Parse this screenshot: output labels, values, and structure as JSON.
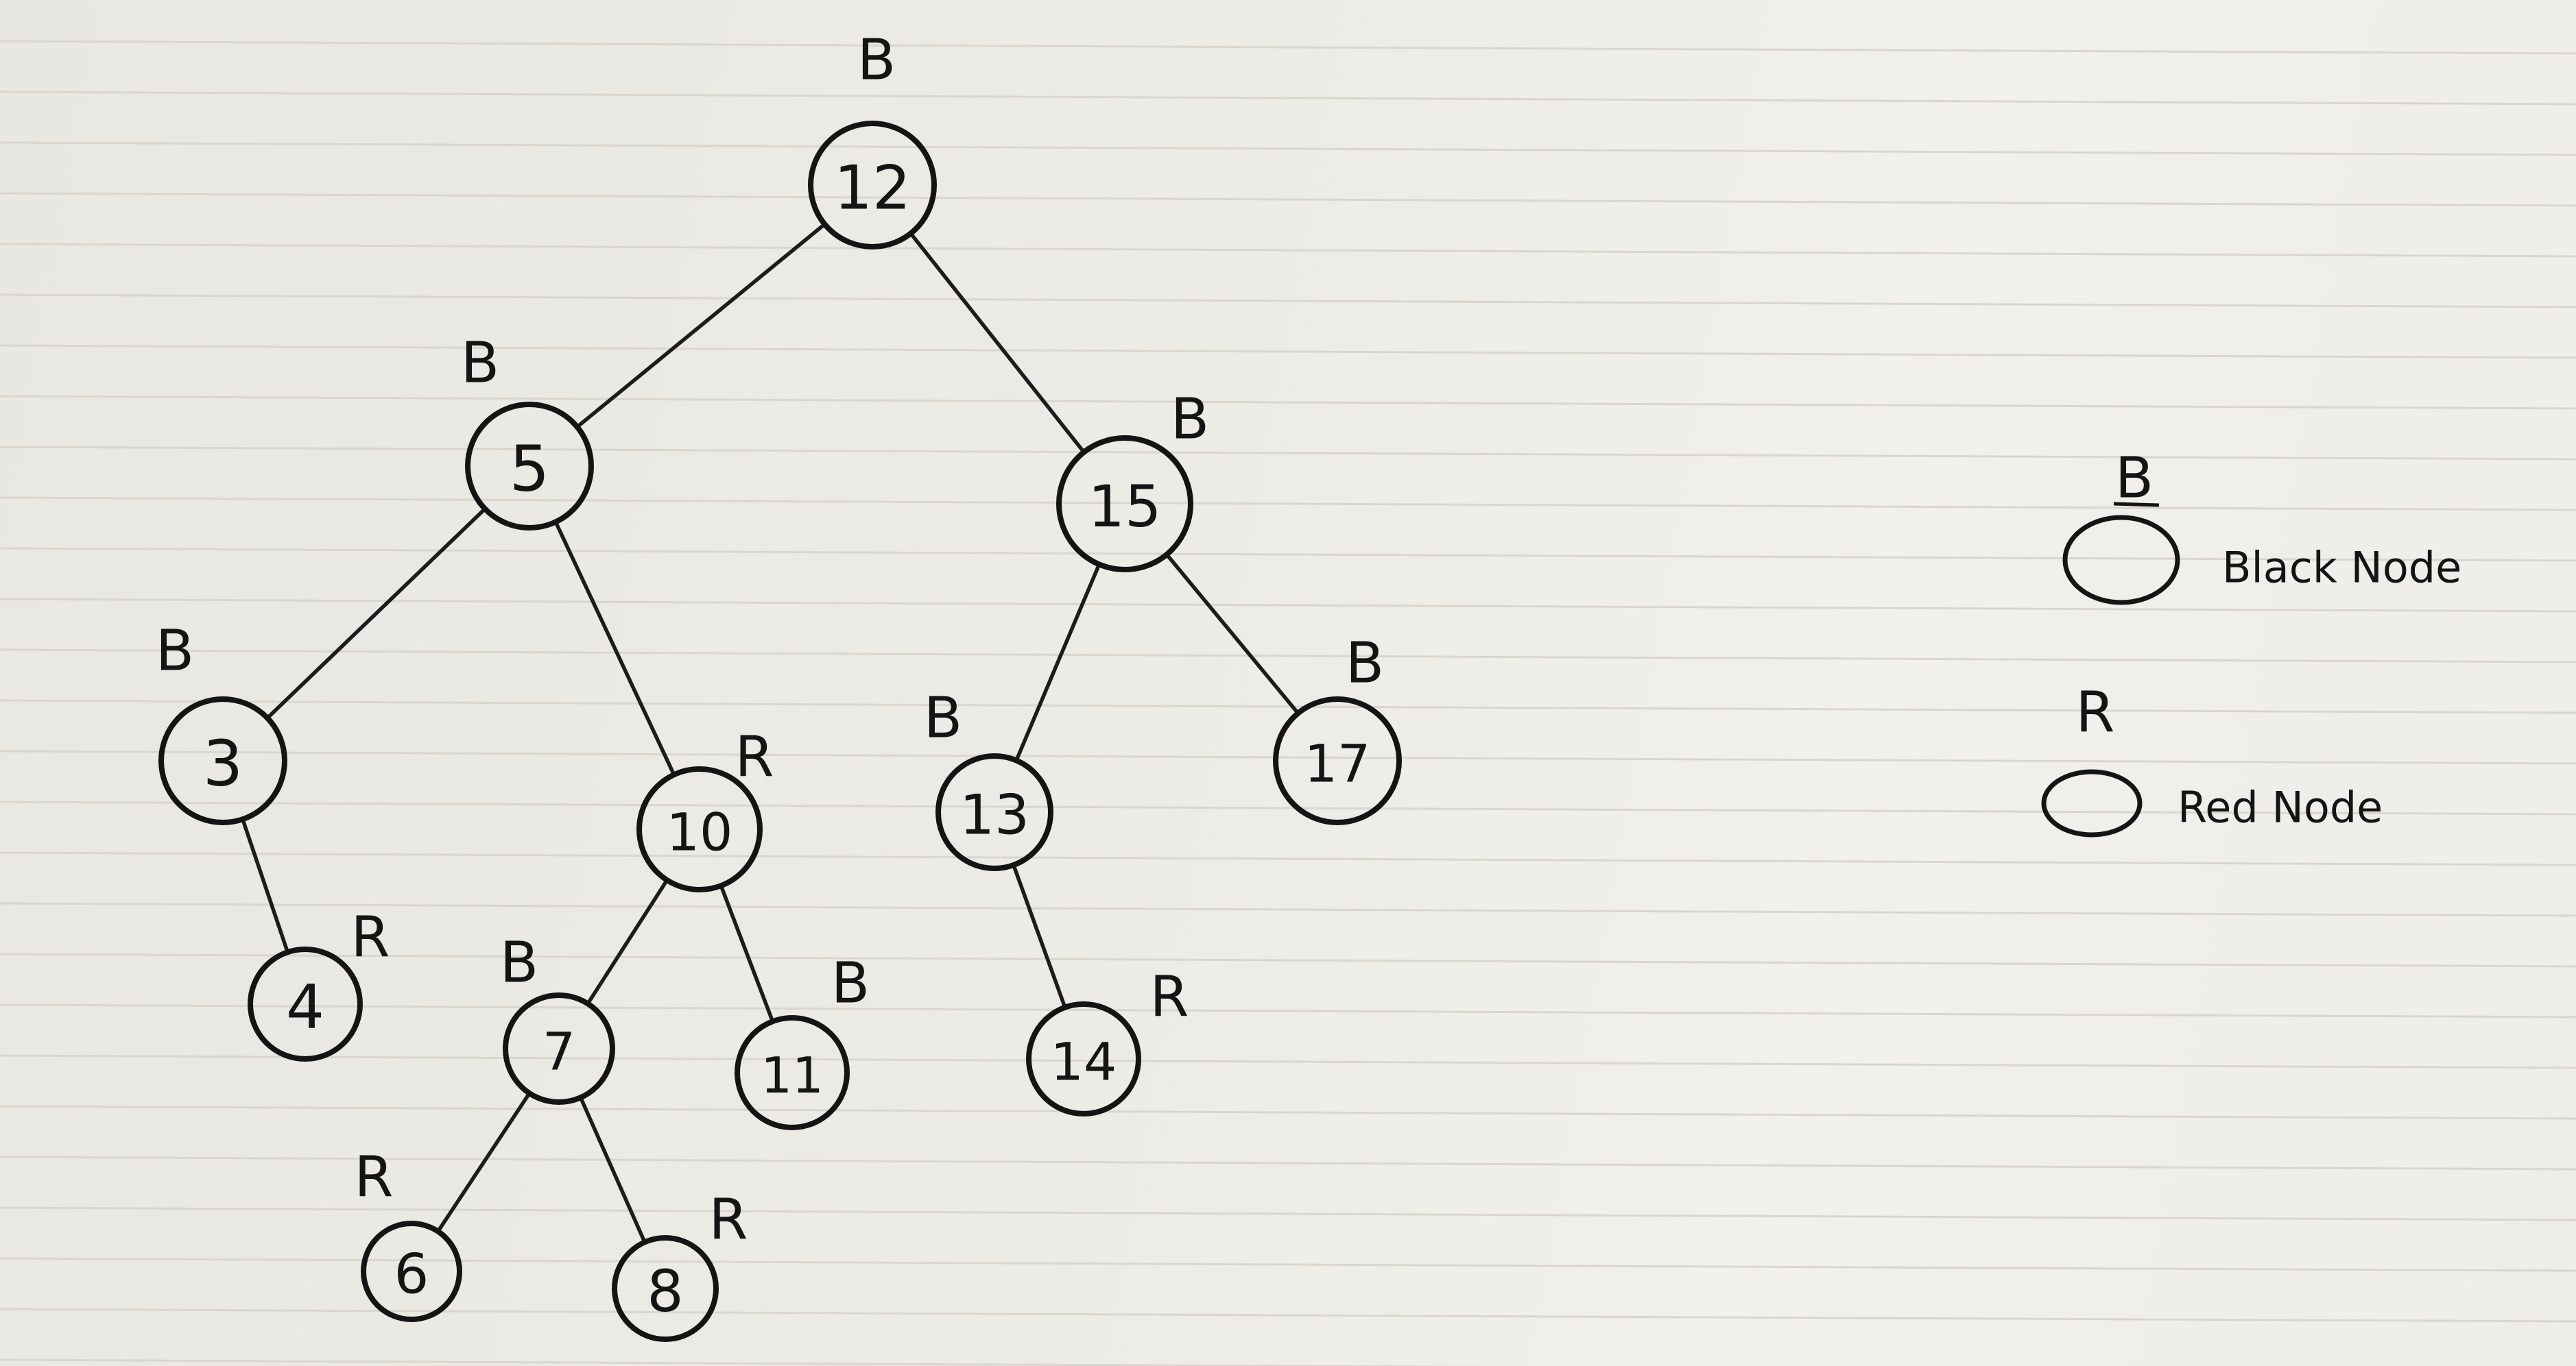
{
  "tree": {
    "nodes": [
      {
        "id": "n12",
        "value": "12",
        "color_tag": "B"
      },
      {
        "id": "n5",
        "value": "5",
        "color_tag": "B"
      },
      {
        "id": "n15",
        "value": "15",
        "color_tag": "B"
      },
      {
        "id": "n3",
        "value": "3",
        "color_tag": "B"
      },
      {
        "id": "n10",
        "value": "10",
        "color_tag": "R"
      },
      {
        "id": "n13",
        "value": "13",
        "color_tag": "B"
      },
      {
        "id": "n17",
        "value": "17",
        "color_tag": "B"
      },
      {
        "id": "n4",
        "value": "4",
        "color_tag": "R"
      },
      {
        "id": "n7",
        "value": "7",
        "color_tag": "B"
      },
      {
        "id": "n11",
        "value": "11",
        "color_tag": "B"
      },
      {
        "id": "n14",
        "value": "14",
        "color_tag": "R"
      },
      {
        "id": "n6",
        "value": "6",
        "color_tag": "R"
      },
      {
        "id": "n8",
        "value": "8",
        "color_tag": "R"
      }
    ],
    "edges": [
      [
        "n12",
        "n5"
      ],
      [
        "n12",
        "n15"
      ],
      [
        "n5",
        "n3"
      ],
      [
        "n5",
        "n10"
      ],
      [
        "n15",
        "n13"
      ],
      [
        "n15",
        "n17"
      ],
      [
        "n3",
        "n4"
      ],
      [
        "n10",
        "n7"
      ],
      [
        "n10",
        "n11"
      ],
      [
        "n13",
        "n14"
      ],
      [
        "n7",
        "n6"
      ],
      [
        "n7",
        "n8"
      ]
    ]
  },
  "legend": {
    "black": {
      "tag": "B",
      "label": "Black Node"
    },
    "red": {
      "tag": "R",
      "label": "Red Node"
    }
  },
  "colors": {
    "ink": "#141414",
    "paper": "#ecebe6"
  }
}
